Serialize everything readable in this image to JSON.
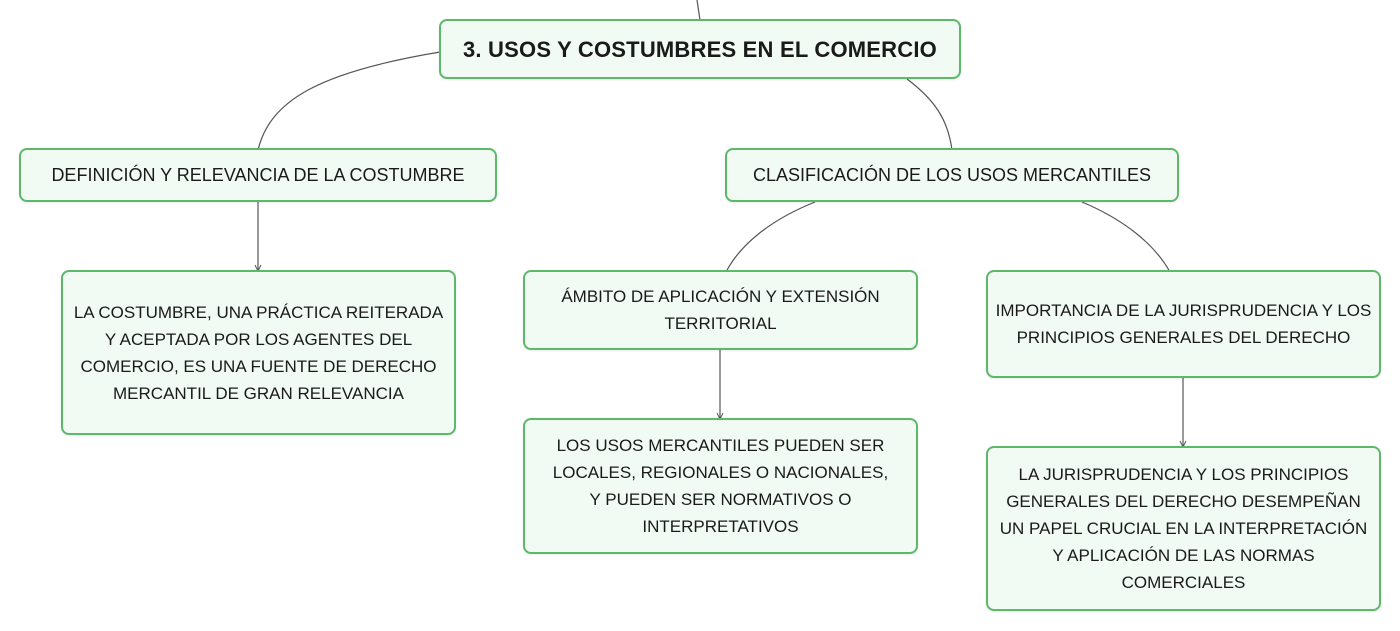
{
  "diagram": {
    "root": {
      "label": "3. USOS Y COSTUMBRES EN EL COMERCIO"
    },
    "branch_left": {
      "label": "DEFINICIÓN Y RELEVANCIA DE LA COSTUMBRE",
      "detail": "LA COSTUMBRE, UNA PRÁCTICA REITERADA Y ACEPTADA POR LOS AGENTES DEL COMERCIO, ES UNA FUENTE DE DERECHO MERCANTIL DE GRAN RELEVANCIA"
    },
    "branch_right": {
      "label": "CLASIFICACIÓN DE LOS USOS MERCANTILES",
      "sub_left": {
        "label": "ÁMBITO DE APLICACIÓN Y EXTENSIÓN TERRITORIAL",
        "detail": "LOS USOS MERCANTILES PUEDEN SER LOCALES, REGIONALES O NACIONALES, Y PUEDEN SER NORMATIVOS O INTERPRETATIVOS"
      },
      "sub_right": {
        "label": "IMPORTANCIA DE LA JURISPRUDENCIA Y LOS PRINCIPIOS GENERALES DEL DERECHO",
        "detail": "LA JURISPRUDENCIA Y LOS PRINCIPIOS GENERALES DEL DERECHO DESEMPEÑAN UN PAPEL CRUCIAL EN LA INTERPRETACIÓN Y APLICACIÓN DE LAS NORMAS COMERCIALES"
      }
    },
    "colors": {
      "node_border": "#5cb86a",
      "node_fill": "#f1faf3",
      "connector": "#555555"
    }
  }
}
